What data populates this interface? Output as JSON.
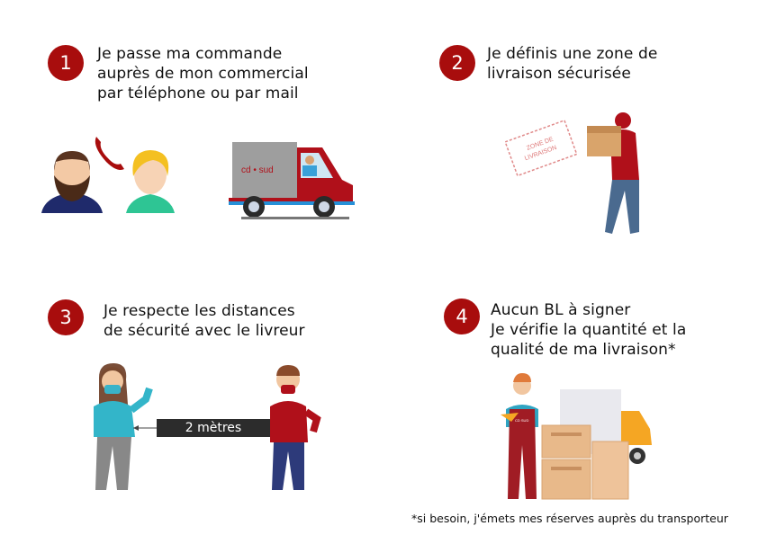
{
  "steps": [
    {
      "number": "1",
      "lines": [
        "Je passe ma commande",
        "auprès de mon commercial",
        "par téléphone ou par mail"
      ]
    },
    {
      "number": "2",
      "lines": [
        "Je définis une zone de",
        "livraison sécurisée"
      ]
    },
    {
      "number": "3",
      "lines": [
        "Je respecte les distances",
        "de sécurité avec le livreur"
      ]
    },
    {
      "number": "4",
      "lines": [
        "Aucun BL à signer",
        "Je vérifie la quantité et la",
        "qualité de ma livraison*"
      ]
    }
  ],
  "illustrations": {
    "truck_brand": "cd • sud",
    "zone_stamp": [
      "ZONE DE",
      "LIVRAISON"
    ],
    "distance_label": "2 mètres",
    "overall_brand": "CD SUD"
  },
  "footnote": "*si besoin, j'émets mes réserves auprès du transporteur",
  "colors": {
    "accent": "#a80d0d",
    "truck_red": "#b0101a",
    "box": "#e8b98a"
  }
}
